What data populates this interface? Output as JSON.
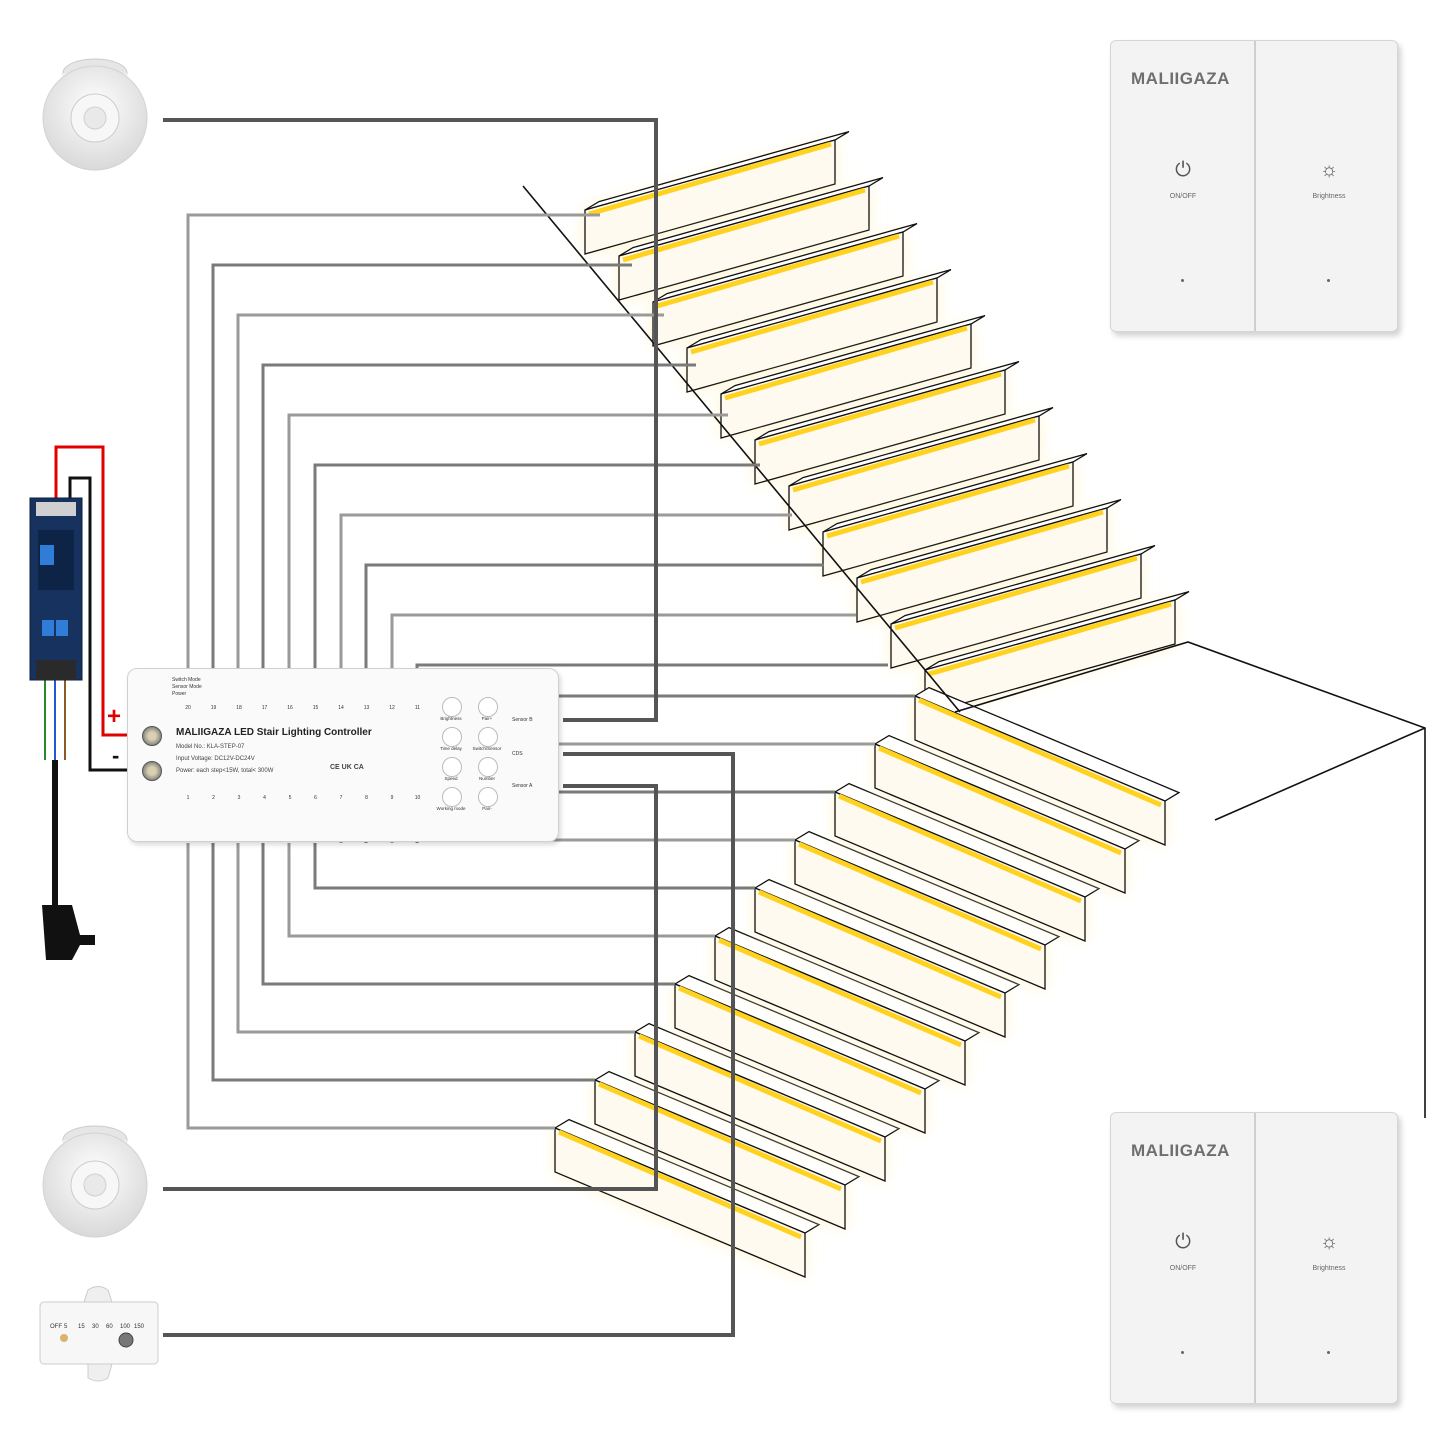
{
  "colors": {
    "wire_dark": "#555555",
    "wire_light": "#9a9a9a",
    "positive_wire": "#e00000",
    "led_strip": "#ffd21f",
    "glow": "#fff2c2",
    "psu_body": "#17325e"
  },
  "psu": {
    "positive_label": "+",
    "negative_label": "-"
  },
  "controller": {
    "title": "MALIIGAZA LED Stair Lighting Controller",
    "model": "Model No.: KLA-STEP-07",
    "input_voltage": "Input Voltage: DC12V-DC24V",
    "power": "Power: each step<15W, total< 300W",
    "cert_marks": "CE  UK CA",
    "legend": [
      "Switch Mode",
      "Sensor Mode",
      "Power"
    ],
    "top_channels": [
      "20",
      "19",
      "18",
      "17",
      "16",
      "15",
      "14",
      "13",
      "12",
      "11"
    ],
    "bottom_channels": [
      "1",
      "2",
      "3",
      "4",
      "5",
      "6",
      "7",
      "8",
      "9",
      "10"
    ],
    "buttons": [
      "Brightness",
      "Pair+",
      "Time delay",
      "Switch/Sensor",
      "Speed",
      "Number",
      "Working mode",
      "Pair-"
    ],
    "ports": [
      "Sensor B",
      "CDS",
      "Sensor A"
    ]
  },
  "wall_panels": [
    {
      "brand": "MALIIGAZA",
      "left_label": "ON/OFF",
      "right_label": "Brightness",
      "left_icon": "power-icon",
      "right_icon": "sun-icon"
    },
    {
      "brand": "MALIIGAZA",
      "left_label": "ON/OFF",
      "right_label": "Brightness",
      "left_icon": "power-icon",
      "right_icon": "sun-icon"
    }
  ],
  "light_sensor": {
    "dial_labels": [
      "OFF",
      "5",
      "15",
      "30",
      "60",
      "100",
      "150"
    ]
  },
  "stairs": {
    "upper_flight_steps": 11,
    "lower_flight_steps": 10
  }
}
